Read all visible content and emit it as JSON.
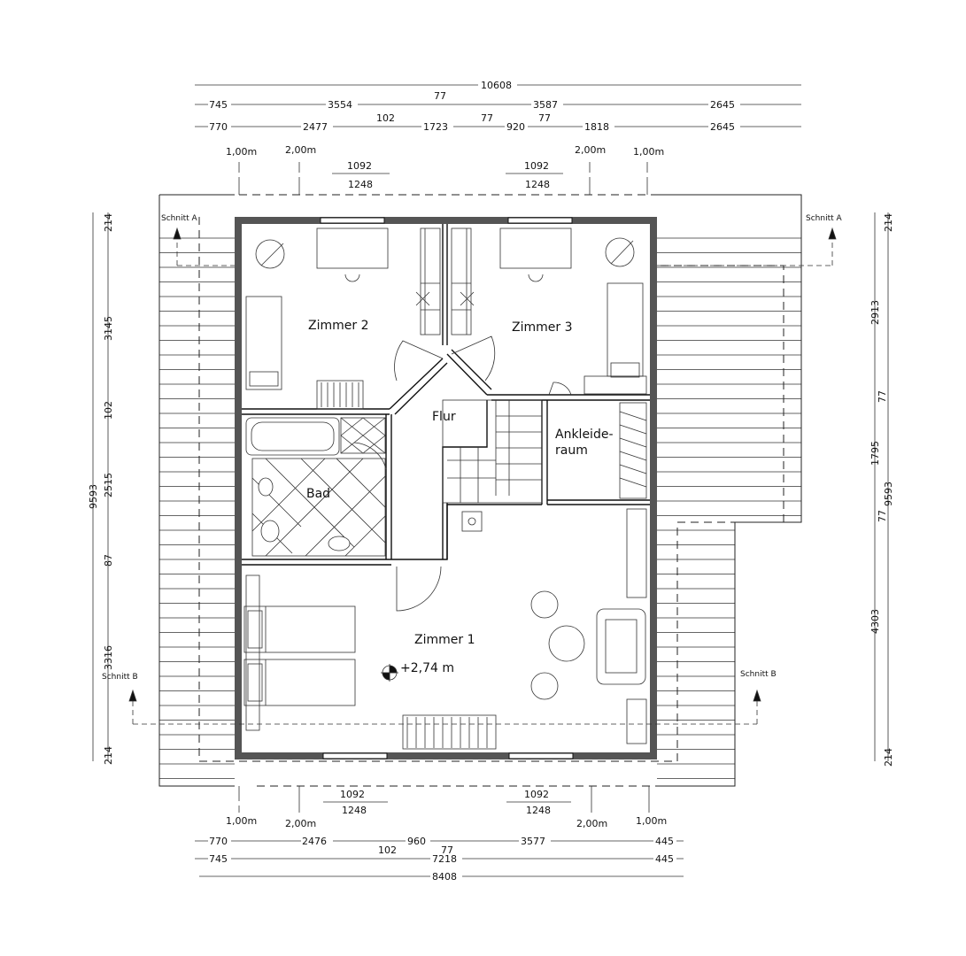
{
  "rooms": {
    "zimmer2": "Zimmer  2",
    "zimmer3": "Zimmer  3",
    "flur": "Flur",
    "ankleide_1": "Ankleide-",
    "ankleide_2": "raum",
    "bad": "Bad",
    "zimmer1": "Zimmer  1",
    "level": "+2,74 m"
  },
  "sections": {
    "a_left": "Schnitt  A",
    "a_right": "Schnitt  A",
    "b_left": "Schnitt  B",
    "b_right": "Schnitt  B"
  },
  "top_dims": {
    "total": "10608",
    "row2": [
      "745",
      "3554",
      "77",
      "3587",
      "2645"
    ],
    "row3": [
      "770",
      "2477",
      "102",
      "1723",
      "77",
      "920",
      "77",
      "1818",
      "2645"
    ],
    "heights": [
      "1,00m",
      "2,00m",
      "2,00m",
      "1,00m"
    ],
    "windows": [
      {
        "width": "1092",
        "height": "1248"
      },
      {
        "width": "1092",
        "height": "1248"
      }
    ]
  },
  "bottom_dims": {
    "row1": [
      "770",
      "2476",
      "102",
      "960",
      "77",
      "3577",
      "445"
    ],
    "row2": [
      "745",
      "7218",
      "445"
    ],
    "total": "8408",
    "heights": [
      "1,00m",
      "2,00m",
      "2,00m",
      "1,00m"
    ],
    "windows": [
      {
        "width": "1092",
        "height": "1248"
      },
      {
        "width": "1092",
        "height": "1248"
      }
    ]
  },
  "left_dims": {
    "total": "9593",
    "parts": [
      "214",
      "3145",
      "102",
      "2515",
      "87",
      "3316",
      "214"
    ]
  },
  "right_dims": {
    "total": "9593",
    "parts": [
      "214",
      "2913",
      "77",
      "1795",
      "77",
      "4303",
      "214"
    ]
  },
  "colors": {
    "ink": "#111111",
    "wall": "#555555",
    "paper": "#ffffff"
  }
}
